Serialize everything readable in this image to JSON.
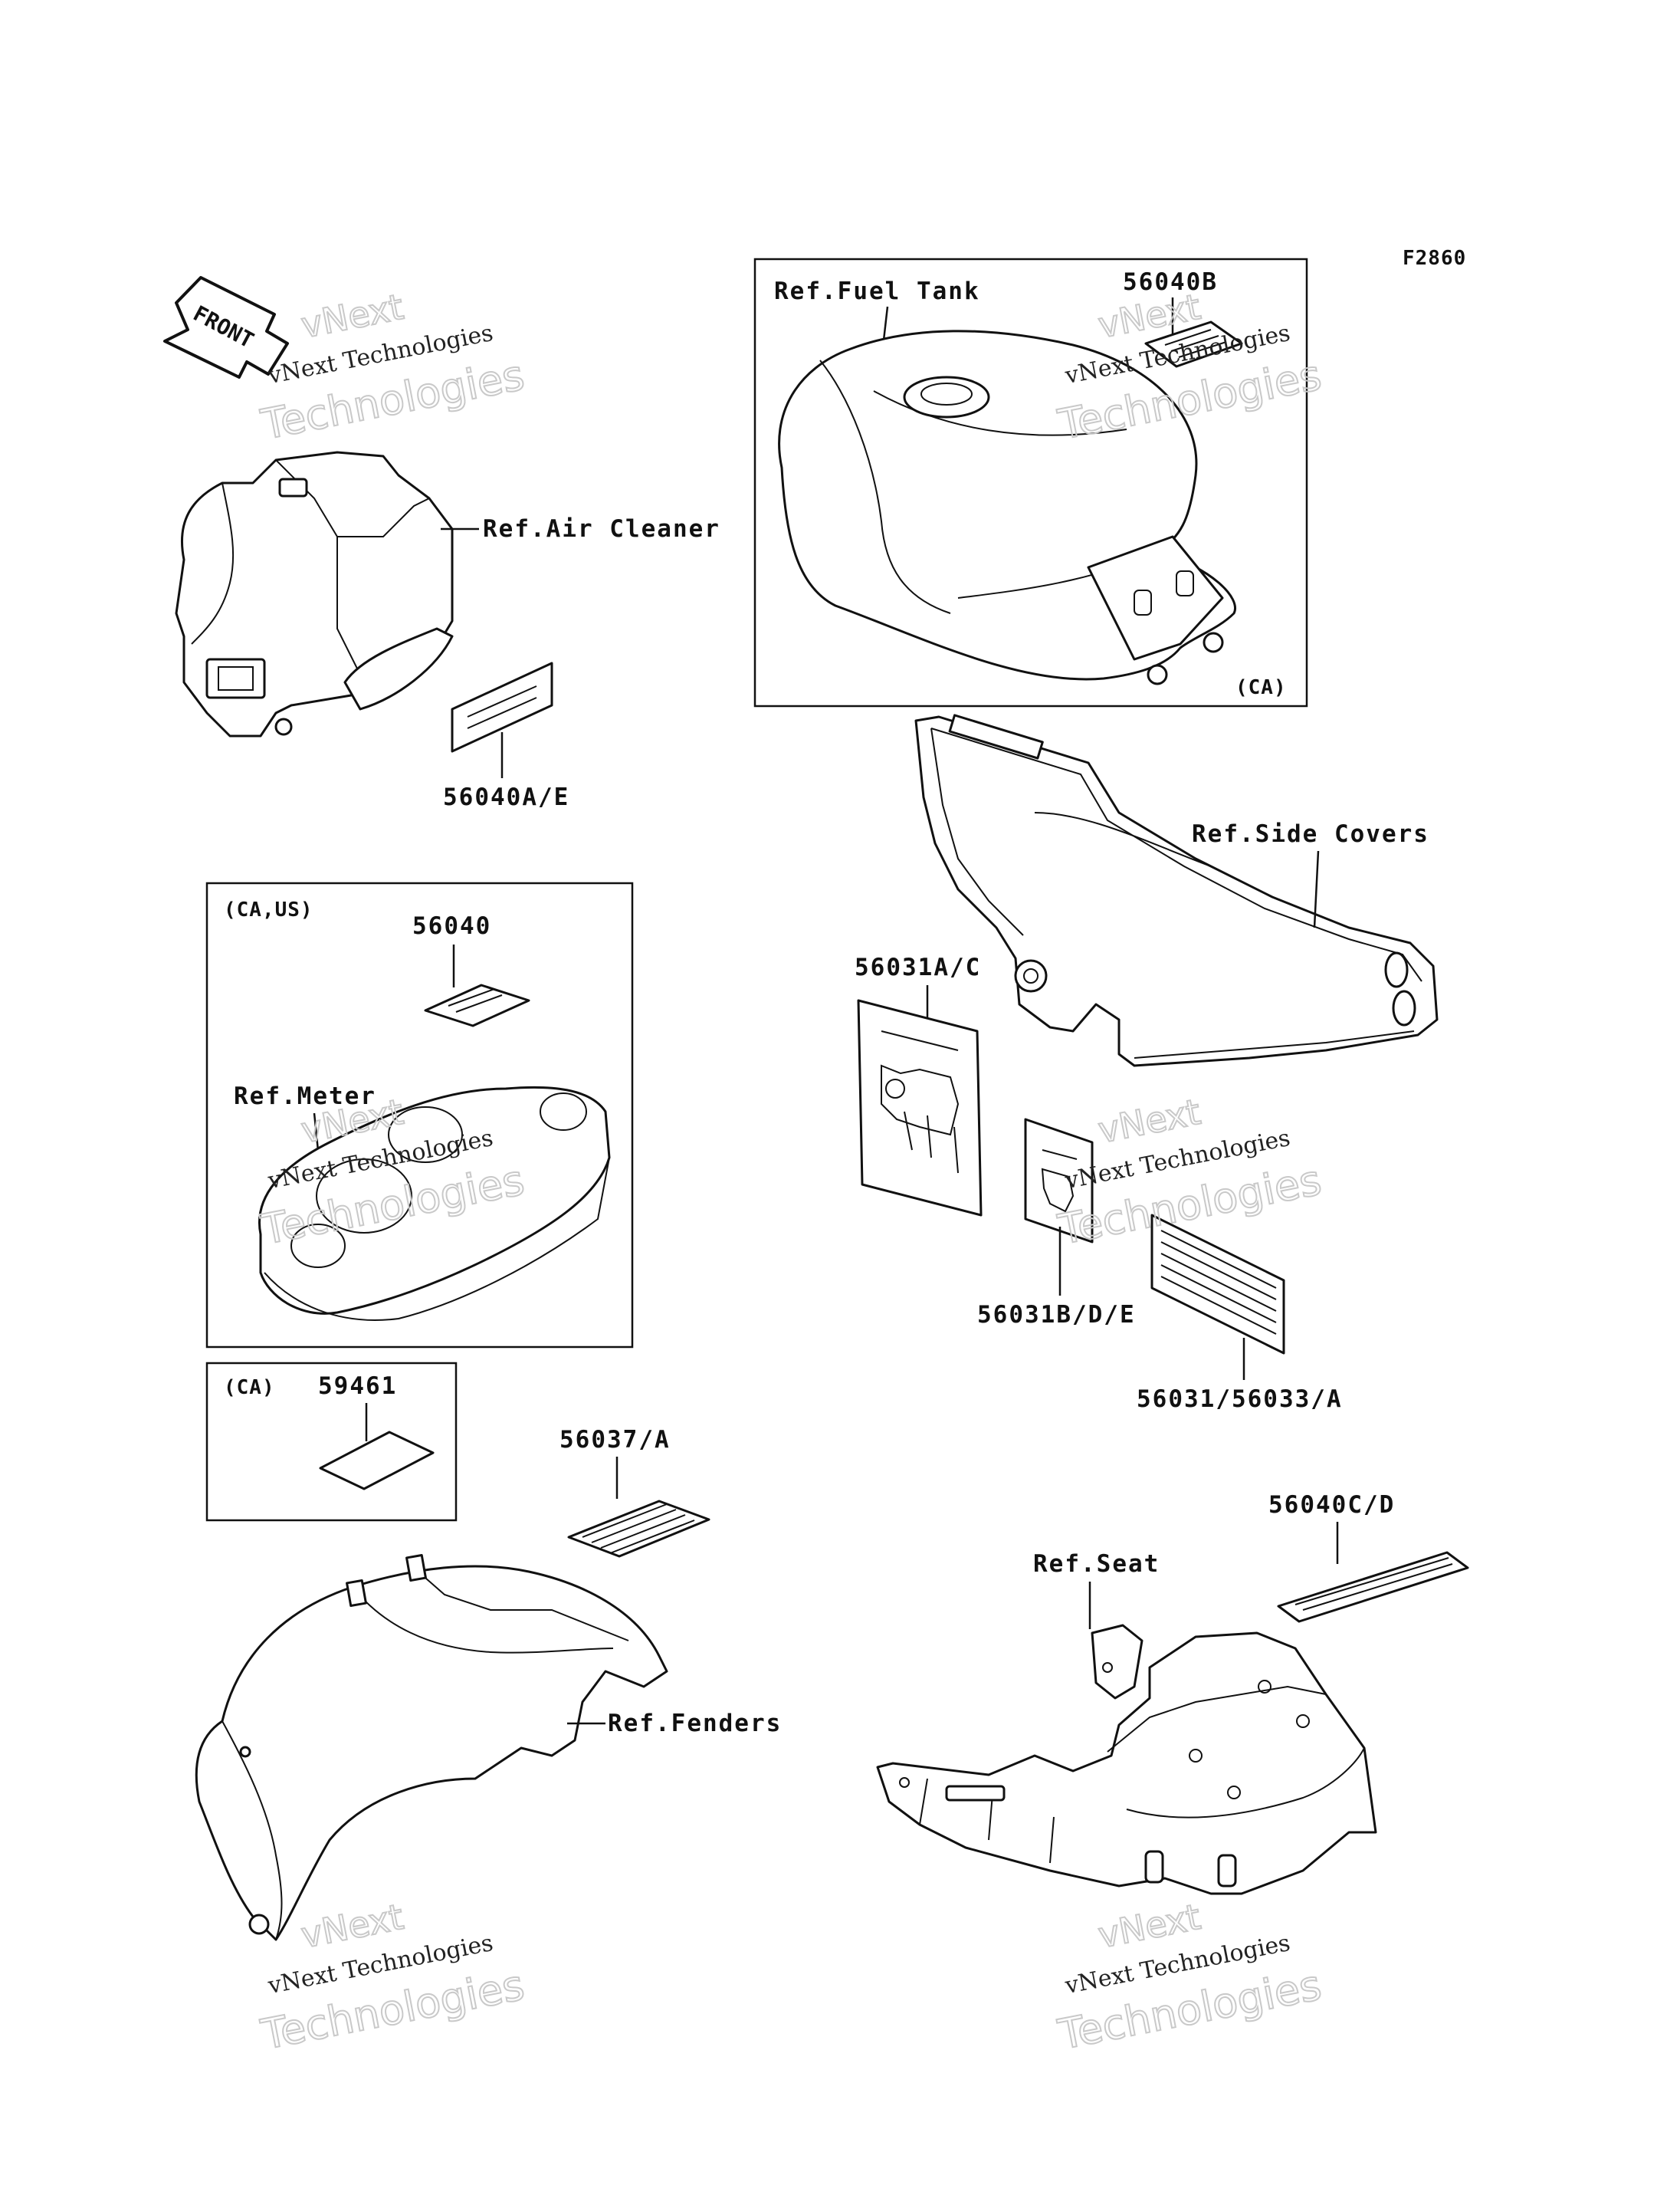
{
  "figure_code": "F2860",
  "front_arrow": "FRONT",
  "labels": {
    "fuel_tank": "Ref.Fuel Tank",
    "air_cleaner": "Ref.Air Cleaner",
    "side_covers": "Ref.Side Covers",
    "meter": "Ref.Meter",
    "fenders": "Ref.Fenders",
    "seat": "Ref.Seat"
  },
  "parts": {
    "p56040B": "56040B",
    "p56040AE": "56040A/E",
    "p56040": "56040",
    "p56031AC": "56031A/C",
    "p56031BDE": "56031B/D/E",
    "p56031_56033A": "56031/56033/A",
    "p59461": "59461",
    "p56037A": "56037/A",
    "p56040CD": "56040C/D"
  },
  "regions": {
    "fuel_tank_box": "(CA)",
    "meter_box": "(CA,US)",
    "decal_box": "(CA)"
  },
  "watermarks": {
    "line1": "vNext",
    "line2": "vNext Technologies",
    "line3": "Technologies"
  }
}
